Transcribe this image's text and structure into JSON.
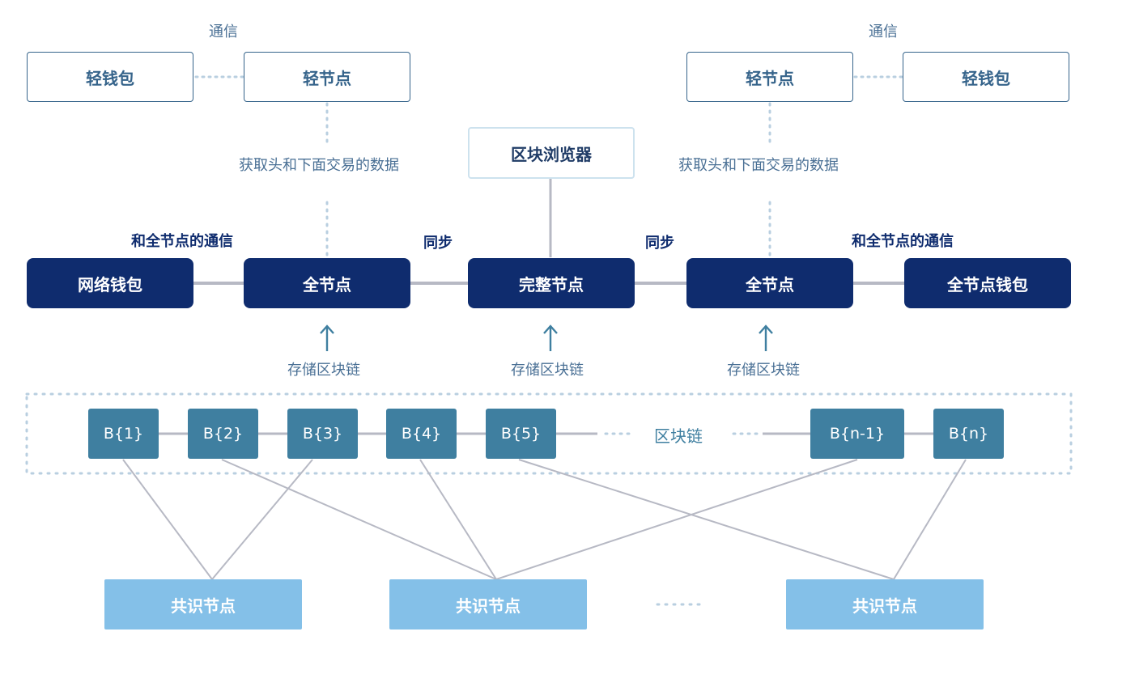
{
  "top_left": {
    "comm_label": "通信",
    "light_wallet": "轻钱包",
    "light_node": "轻节点",
    "fetch_label": "获取头和下面交易的数据"
  },
  "top_right": {
    "comm_label": "通信",
    "light_node": "轻节点",
    "light_wallet": "轻钱包",
    "fetch_label": "获取头和下面交易的数据"
  },
  "explorer": "区块浏览器",
  "middle": {
    "left_comm": "和全节点的通信",
    "right_comm": "和全节点的通信",
    "sync_left": "同步",
    "sync_right": "同步",
    "network_wallet": "网络钱包",
    "full_node_left": "全节点",
    "complete_node": "完整节点",
    "full_node_right": "全节点",
    "full_node_wallet": "全节点钱包"
  },
  "storage_labels": [
    "存储区块链",
    "存储区块链",
    "存储区块链"
  ],
  "blockchain": {
    "label": "区块链",
    "blocks": [
      "B{1}",
      "B{2}",
      "B{3}",
      "B{4}",
      "B{5}",
      "B{n-1}",
      "B{n}"
    ]
  },
  "consensus": [
    "共识节点",
    "共识节点",
    "共识节点"
  ],
  "colors": {
    "dark_navy": "#0f2c6e",
    "block_teal": "#3f7fa0",
    "consensus_light": "#84c0e8",
    "line_gray": "#b7b9c4"
  }
}
